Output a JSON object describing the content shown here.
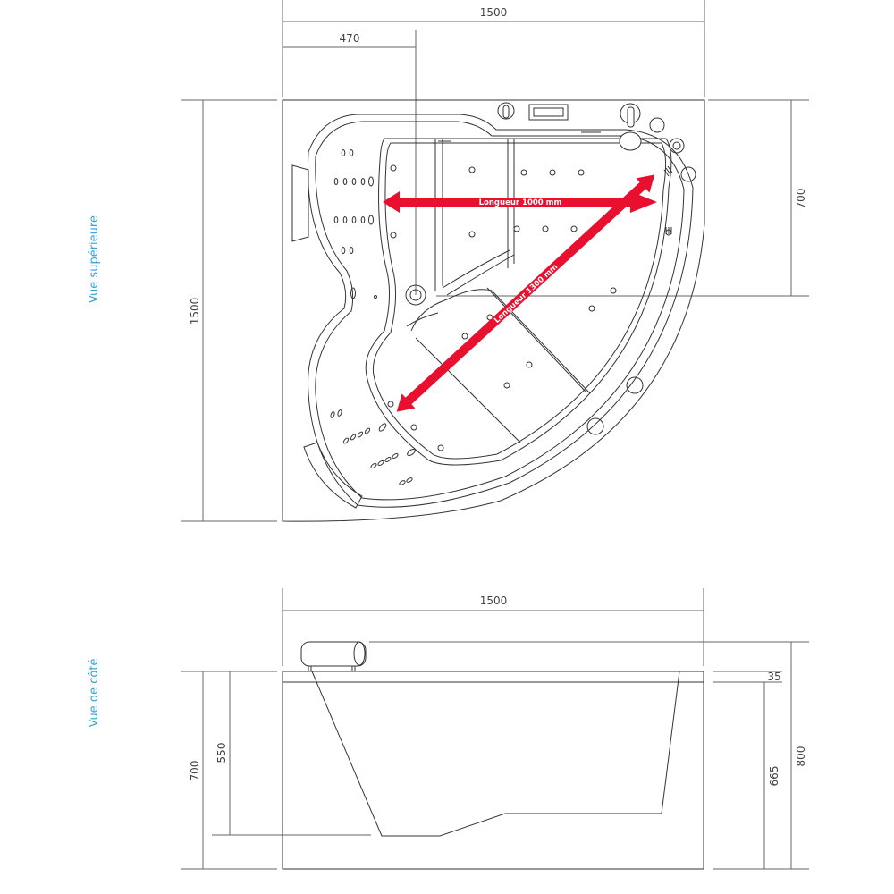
{
  "views": {
    "top": {
      "label": "Vue supérieure"
    },
    "side": {
      "label": "Vue de côté"
    }
  },
  "top_view": {
    "dims": {
      "overall_width": "1500",
      "left_offset": "470",
      "overall_depth": "1500",
      "right_depth": "700"
    },
    "arrows": {
      "length_horizontal": "Longueur 1000 mm",
      "length_diagonal": "Longueur 1300 mm"
    }
  },
  "side_view": {
    "dims": {
      "overall_width": "1500",
      "rim_thickness": "35",
      "body_height": "665",
      "total_height": "800",
      "left_height": "700",
      "inner_depth": "550"
    }
  },
  "colors": {
    "arrow": "#e8102e",
    "label": "#3aa0d0",
    "line": "#666666"
  }
}
